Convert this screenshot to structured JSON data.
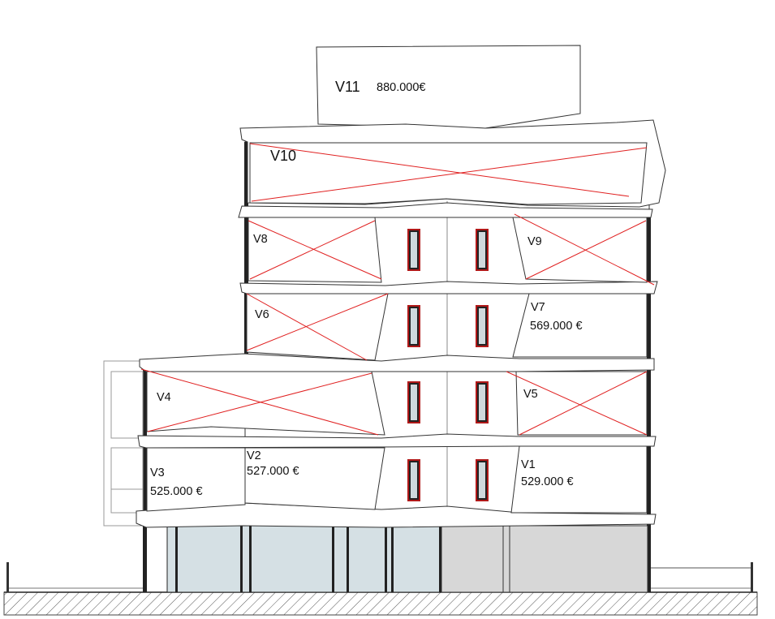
{
  "units": {
    "v1": {
      "name": "V1",
      "price": "529.000 €"
    },
    "v2": {
      "name": "V2",
      "price": "527.000 €"
    },
    "v3": {
      "name": "V3",
      "price": "525.000 €"
    },
    "v4": {
      "name": "V4"
    },
    "v5": {
      "name": "V5"
    },
    "v6": {
      "name": "V6"
    },
    "v7": {
      "name": "V7",
      "price": "569.000 €"
    },
    "v8": {
      "name": "V8"
    },
    "v9": {
      "name": "V9"
    },
    "v10": {
      "name": "V10"
    },
    "v11": {
      "name": "V11",
      "price": "880.000€"
    }
  },
  "colors": {
    "sold_cross": "#e02020",
    "window_frame": "#b01818",
    "glazing": "#d5e0e4",
    "shop_front": "#d7d7d7"
  }
}
